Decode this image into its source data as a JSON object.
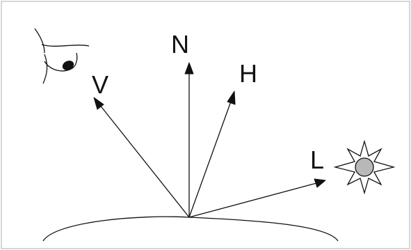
{
  "diagram": {
    "colors": {
      "line": "#111111",
      "frame": "#c8c8c8",
      "sun_core": "#b8b8b8",
      "background": "#ffffff"
    },
    "icons": {
      "viewer": "eye-icon",
      "light_source": "sun-icon"
    },
    "vectors": [
      {
        "id": "normal",
        "label": "N"
      },
      {
        "id": "halfway",
        "label": "H"
      },
      {
        "id": "view",
        "label": "V"
      },
      {
        "id": "light",
        "label": "L"
      }
    ]
  }
}
